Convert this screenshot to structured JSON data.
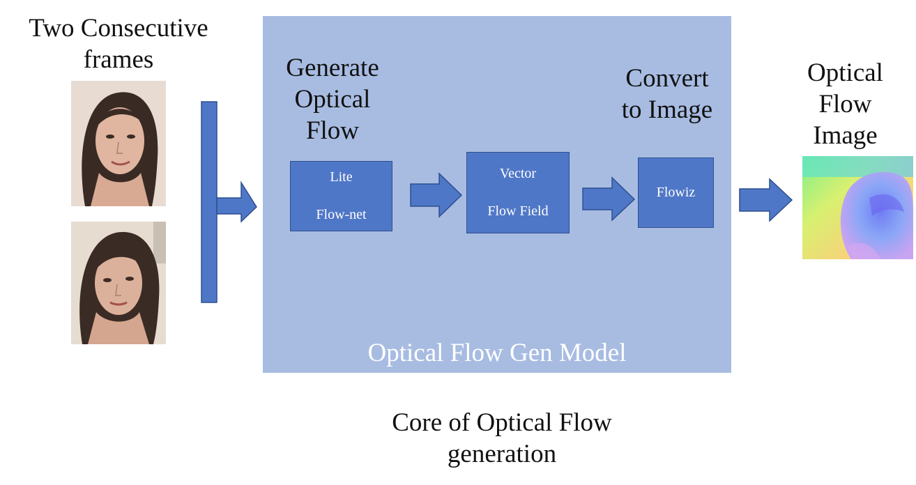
{
  "input": {
    "heading_line1": "Two Consecutive",
    "heading_line2": "frames"
  },
  "model": {
    "label": "Optical Flow Gen Model",
    "generate_heading": [
      "Generate",
      "Optical",
      "Flow"
    ],
    "convert_heading": [
      "Convert",
      "to Image"
    ],
    "blocks": [
      {
        "line1": "Lite",
        "line2": "Flow-net"
      },
      {
        "line1": "Vector",
        "line2": "Flow Field"
      },
      {
        "line1": "Flowiz",
        "line2": ""
      }
    ]
  },
  "output": {
    "heading": [
      "Optical",
      "Flow",
      "Image"
    ]
  },
  "caption": {
    "line1": "Core of Optical Flow",
    "line2": "generation"
  },
  "colors": {
    "model_bg": "#a8bce2",
    "block_fill": "#4f77c7",
    "arrow_fill": "#4f77c7",
    "arrow_stroke": "#2e4f8f"
  }
}
